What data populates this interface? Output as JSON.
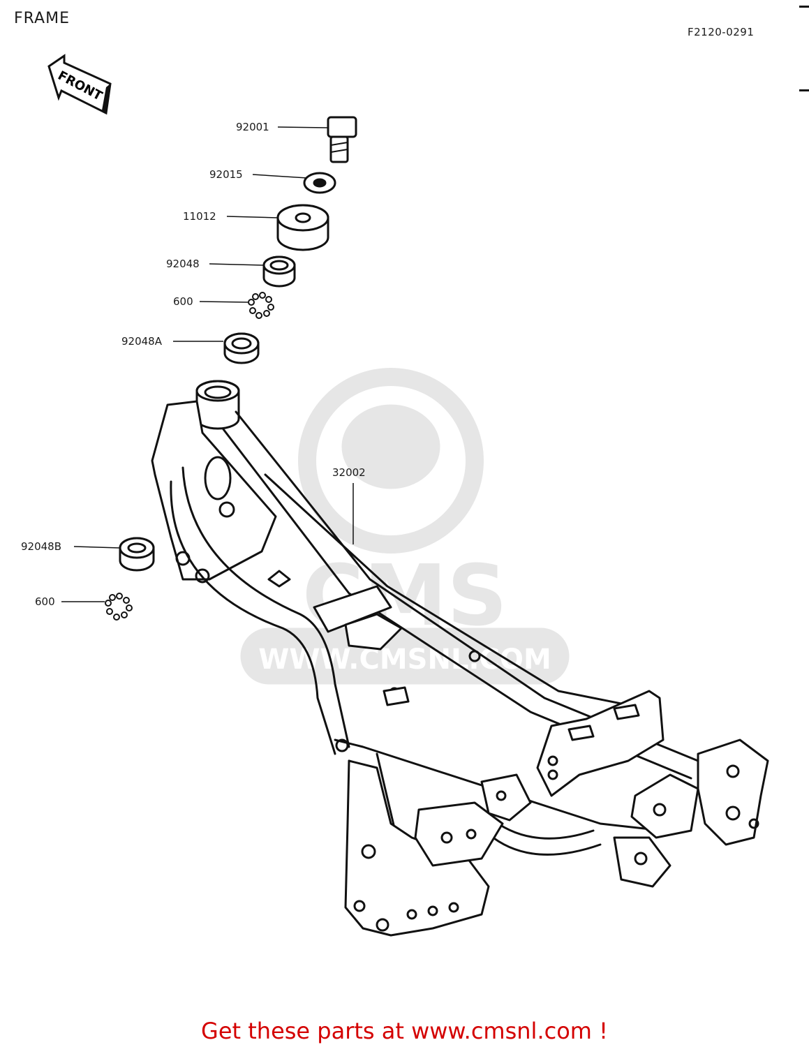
{
  "header": {
    "title": "FRAME",
    "diagram_code": "F2120-0291"
  },
  "front_marker": "FRONT",
  "watermark": {
    "brand": "CMS",
    "url": "WWW.CMSNL.COM"
  },
  "parts": [
    {
      "id": "92001"
    },
    {
      "id": "92015"
    },
    {
      "id": "11012"
    },
    {
      "id": "92048"
    },
    {
      "id": "600"
    },
    {
      "id": "92048A"
    },
    {
      "id": "32002"
    },
    {
      "id": "92048B"
    },
    {
      "id": "600"
    }
  ],
  "footer": {
    "cta": "Get these parts at www.cmsnl.com !",
    "cta_color": "#d40000"
  }
}
